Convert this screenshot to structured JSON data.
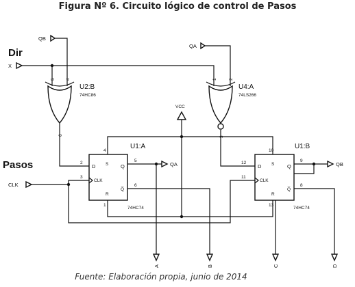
{
  "title": "Figura Nº 6. Circuito lógico de control de Pasos",
  "caption": "Fuente: Elaboración propia, junio de 2014",
  "labels": {
    "dir": "Dir",
    "pasos": "Pasos",
    "vcc": "VCC"
  },
  "terminals": {
    "qb_in": "QB",
    "qa_in": "QA",
    "x_in": "X",
    "clk_in": "CLK",
    "qa_out": "QA",
    "qb_out": "QB",
    "a_out": "A",
    "b_out": "B",
    "c_out": "C",
    "d_out": "D"
  },
  "xor_u2b": {
    "name": "U2:B",
    "part": "74HC86",
    "pin_a": "5",
    "pin_b": "4",
    "pin_out": "6"
  },
  "xor_u4a": {
    "name": "U4:A",
    "part": "74LS266",
    "pin_a": "1",
    "pin_b": "2",
    "pin_out": "3"
  },
  "ff_u1a": {
    "name": "U1:A",
    "part": "74HC74",
    "pin_d_label": "D",
    "pin_s_label": "S",
    "pin_q_label": "Q",
    "pin_clk_label": "CLK",
    "pin_r_label": "R",
    "pin_qn_label": "Q̅",
    "pin_d": "2",
    "pin_s": "4",
    "pin_q": "5",
    "pin_clk": "3",
    "pin_r": "1",
    "pin_qn": "6"
  },
  "ff_u1b": {
    "name": "U1:B",
    "part": "74HC74",
    "pin_d_label": "D",
    "pin_s_label": "S",
    "pin_q_label": "Q",
    "pin_clk_label": "CLK",
    "pin_r_label": "R",
    "pin_qn_label": "Q̅",
    "pin_d": "12",
    "pin_s": "10",
    "pin_q": "9",
    "pin_clk": "11",
    "pin_r": "13",
    "pin_qn": "8"
  }
}
